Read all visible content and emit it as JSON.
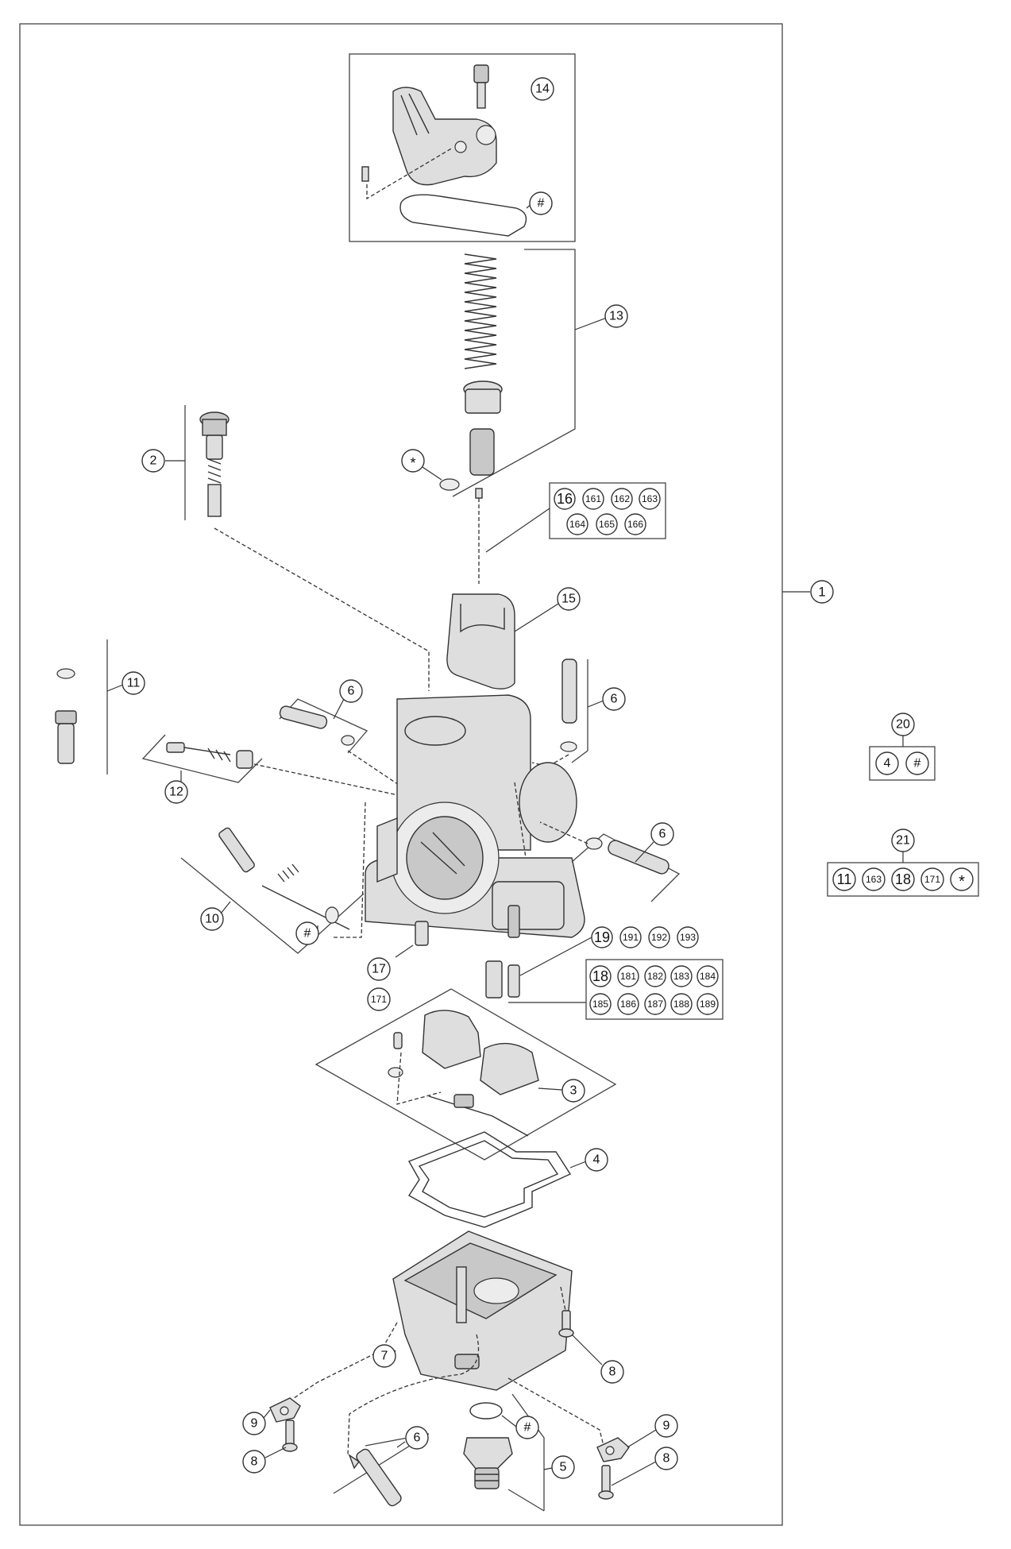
{
  "main_callout": "1",
  "callouts": {
    "c2": "2",
    "c3": "3",
    "c4": "4",
    "c5": "5",
    "c6a": "6",
    "c6b": "6",
    "c6c": "6",
    "c6d": "6",
    "c7": "7",
    "c8a": "8",
    "c8b": "8",
    "c8c": "8",
    "c9a": "9",
    "c9b": "9",
    "c10": "10",
    "c11": "11",
    "c12": "12",
    "c13": "13",
    "c14": "14",
    "c15": "15",
    "c17": "17",
    "c171": "171",
    "c_hash_top": "#",
    "c_hash_10": "#",
    "c_hash_5": "#",
    "c_star_13": "*"
  },
  "group16": [
    "16",
    "161",
    "162",
    "163",
    "164",
    "165",
    "166"
  ],
  "group18": [
    "18",
    "181",
    "182",
    "183",
    "184",
    "185",
    "186",
    "187",
    "188",
    "189"
  ],
  "group19": [
    "19",
    "191",
    "192",
    "193"
  ],
  "kit20": {
    "label": "20",
    "items": [
      "4",
      "#"
    ]
  },
  "kit21": {
    "label": "21",
    "items": [
      "11",
      "163",
      "18",
      "171",
      "*"
    ]
  }
}
